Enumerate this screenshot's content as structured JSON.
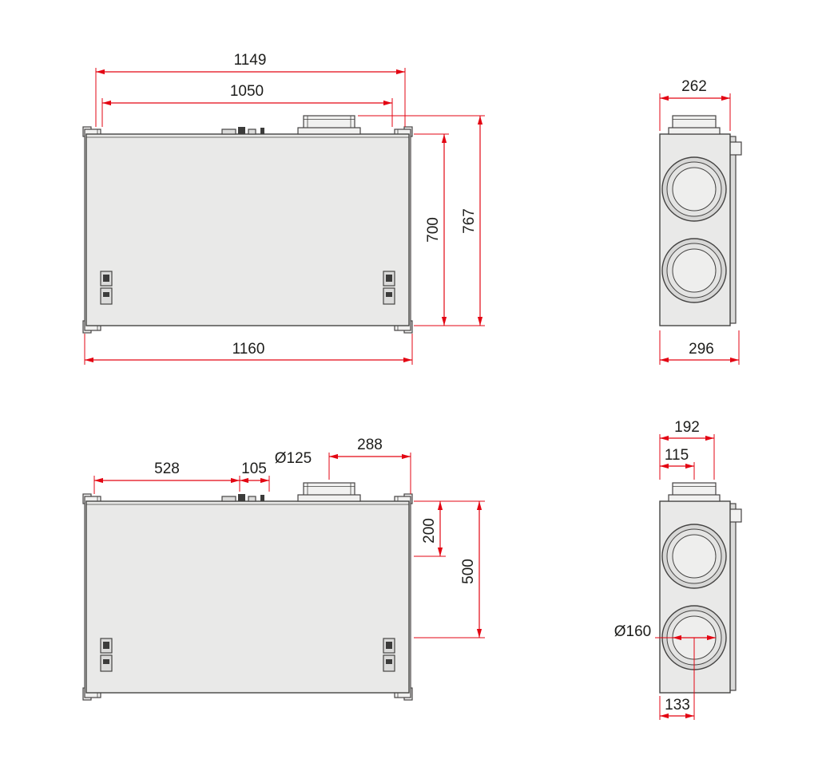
{
  "drawing": {
    "background": "#ffffff",
    "accent_red": "#e30613",
    "outline_color": "#454443",
    "body_fill": "#e9e9e8",
    "views": {
      "front_overall": {
        "dims": {
          "width_top": "1149",
          "width_inner": "1050",
          "height_body": "700",
          "height_total": "767",
          "width_bottom": "1160"
        }
      },
      "side_overall": {
        "dims": {
          "depth_top": "262",
          "depth_bottom": "296"
        }
      },
      "front_connections": {
        "dims": {
          "offset_left": "528",
          "offset_mid": "105",
          "duct_diameter": "Ø125",
          "offset_right": "288",
          "axis_upper": "200",
          "axis_lower": "500"
        }
      },
      "side_connections": {
        "dims": {
          "depth_a": "192",
          "depth_b": "115",
          "port_diameter": "Ø160",
          "axis_offset": "133"
        }
      }
    }
  }
}
